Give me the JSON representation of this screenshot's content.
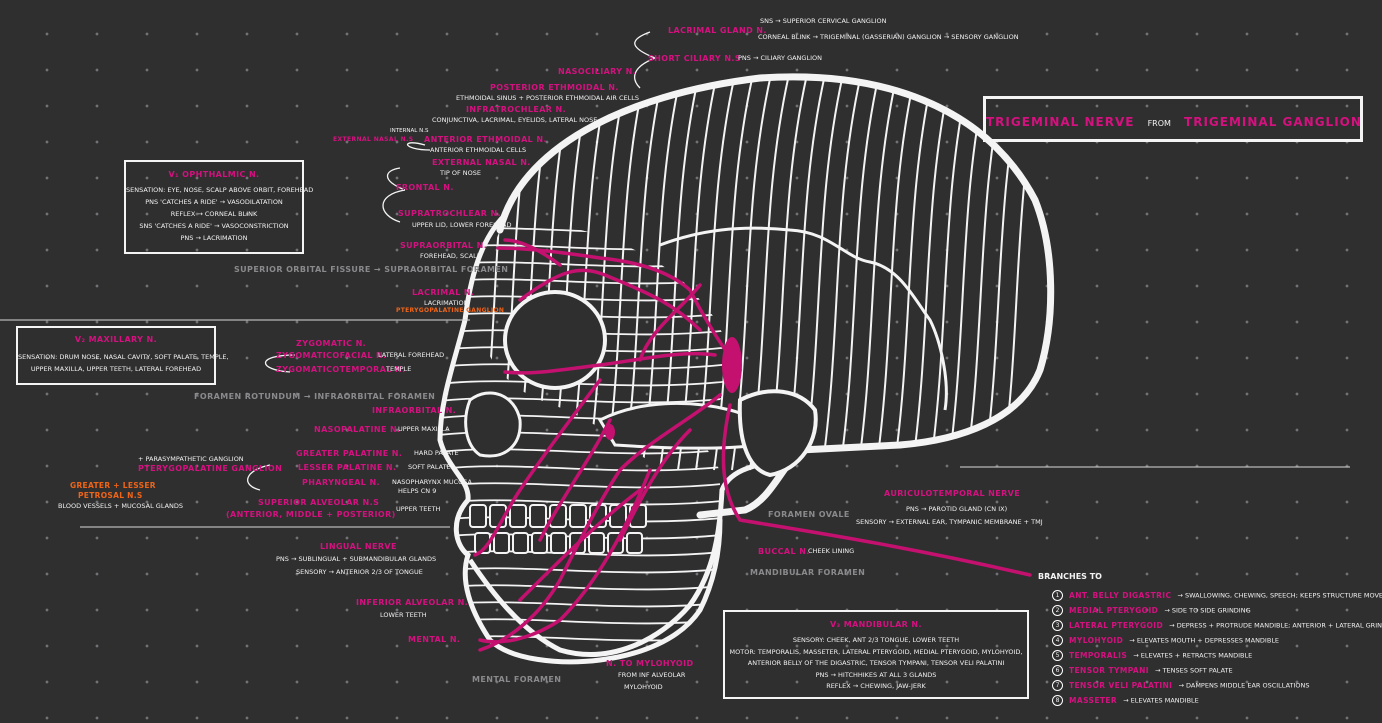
{
  "title": {
    "main": "TRIGEMINAL NERVE",
    "from": "FROM",
    "ganglion": "TRIGEMINAL GANGLION"
  },
  "v1_box": {
    "title": "V₁ OPHTHALMIC N.",
    "lines": [
      "SENSATION: EYE, NOSE, SCALP ABOVE ORBIT, FOREHEAD",
      "PNS 'CATCHES A RIDE' → VASODILATATION",
      "REFLEX → CORNEAL BLINK",
      "SNS 'CATCHES A RIDE' → VASOCONSTRICTION",
      "PNS → LACRIMATION"
    ]
  },
  "v2_box": {
    "title": "V₂ MAXILLARY N.",
    "lines": [
      "SENSATION: DRUM NOSE, NASAL CAVITY, SOFT PALATE, TEMPLE,",
      "UPPER MAXILLA, UPPER TEETH, LATERAL FOREHEAD"
    ]
  },
  "v3_box": {
    "title": "V₃ MANDIBULAR N.",
    "lines": [
      "SENSORY: CHEEK, ANT 2/3 TONGUE, LOWER TEETH",
      "MOTOR: TEMPORALIS, MASSETER, LATERAL PTERYGOID, MEDIAL PTERYGOID, MYLOHYOID,",
      "ANTERIOR BELLY OF THE DIGASTRIC, TENSOR TYMPANI, TENSOR VELI PALATINI",
      "PNS → HITCHHIKES AT ALL 3 GLANDS",
      "REFLEX → CHEWING, JAW-JERK"
    ]
  },
  "v1_branches": {
    "lacrimal_top": "LACRIMAL GLAND N.",
    "sns_top": "SNS → SUPERIOR CERVICAL GANGLION",
    "corneal": "CORNEAL BLINK → TRIGEMINAL (GASSERIAN) GANGLION → SENSORY GANGLION",
    "short_ciliary": "SHORT CILIARY N.S",
    "pns_ciliary": "PNS → CILIARY GANGLION",
    "nasociliary": "NASOCILIARY N.",
    "posterior_ethmoidal": "POSTERIOR ETHMOIDAL N.",
    "posterior_ethmoidal_desc": "ETHMOIDAL SINUS + POSTERIOR ETHMOIDAL AIR CELLS",
    "infratrochlear": "INFRATROCHLEAR N.",
    "infratrochlear_desc": "CONJUNCTIVA, LACRIMAL, EYELIDS, LATERAL NOSE",
    "anterior_ethmoidal_small": "INTERNAL N.S",
    "anterior_ethmoidal": "ANTERIOR ETHMOIDAL N.",
    "anterior_ethmoidal_desc": "ANTERIOR ETHMOIDAL CELLS",
    "external_nasal_left": "EXTERNAL NASAL N.S",
    "external_nasal": "EXTERNAL NASAL N.",
    "external_nasal_desc": "TIP OF NOSE",
    "frontal": "FRONTAL N.",
    "supratrochlear": "SUPRATROCHLEAR N.",
    "supratrochlear_desc": "UPPER LID, LOWER FOREHEAD",
    "supraorbital": "SUPRAORBITAL N.",
    "supraorbital_desc": "FOREHEAD, SCALP",
    "sof": "SUPERIOR ORBITAL FISSURE → SUPRAORBITAL FORAMEN",
    "lacrimal": "LACRIMAL N.",
    "lacrimal_desc": "LACRIMATION",
    "pterygopalatine_orange": "PTERYGOPALATINE GANGLION"
  },
  "v2_branches": {
    "zygomatic": "ZYGOMATIC N.",
    "zygomaticofacial": "ZYGOMATICOFACIAL N.",
    "zygomaticofacial_desc": "LATERAL FOREHEAD",
    "zygomaticotemporal": "ZYGOMATICOTEMPORAL N.",
    "zygomaticotemporal_desc": "TEMPLE",
    "foramen_rotundum": "FORAMEN ROTUNDUM → INFRAORBITAL FORAMEN",
    "infraorbital": "INFRAORBITAL N.",
    "nasopalatine": "NASOPALATINE N.",
    "nasopalatine_desc": "UPPER MAXILLA",
    "parasympathetic_note": "+ PARASYMPATHETIC GANGLION",
    "pterygopalatine": "PTERYGOPALATINE GANGLION",
    "greater_palatine": "GREATER PALATINE N.",
    "greater_palatine_desc": "HARD PALATE",
    "lesser_palatine": "LESSER PALATINE N.",
    "lesser_palatine_desc": "SOFT PALATE",
    "pharyngeal": "PHARYNGEAL N.",
    "pharyngeal_desc": "NASOPHARYNX MUCOSA,",
    "pharyngeal_desc2": "HELPS CN 9",
    "superior_alveolar": "SUPERIOR ALVEOLAR N.S",
    "superior_alveolar_2": "(ANTERIOR, MIDDLE + POSTERIOR)",
    "superior_alveolar_desc": "UPPER TEETH",
    "greater_petrosal": "GREATER + LESSER",
    "greater_petrosal_2": "PETROSAL N.S",
    "petrosal_desc": "BLOOD VESSELS + MUCOSAL GLANDS"
  },
  "v3_branches": {
    "auriculotemporal": "AURICULOTEMPORAL NERVE",
    "auriculotemporal_pns": "PNS → PAROTID GLAND (CN IX)",
    "auriculotemporal_sens": "SENSORY → EXTERNAL EAR, TYMPANIC MEMBRANE + TMJ",
    "foramen_ovale": "FORAMEN OVALE",
    "buccal": "BUCCAL N.",
    "buccal_desc": "CHEEK LINING",
    "mandibular_foramen": "MANDIBULAR FORAMEN",
    "lingual": "LINGUAL NERVE",
    "lingual_pns": "PNS → SUBLINGUAL + SUBMANDIBULAR GLANDS",
    "lingual_sens": "SENSORY → ANTERIOR 2/3 OF TONGUE",
    "inferior_alveolar": "INFERIOR ALVEOLAR N.",
    "inferior_alveolar_desc": "LOWER TEETH",
    "mental": "MENTAL N.",
    "mental_foramen": "MENTAL FORAMEN",
    "mylohyoid": "N. TO MYLOHYOID",
    "mylohyoid_desc": "FROM INF ALVEOLAR",
    "mylohyoid_desc2": "MYLOHYOID"
  },
  "branches_to": {
    "heading": "BRANCHES TO",
    "items": [
      {
        "num": "1",
        "name": "ANT. BELLY DIGASTRIC",
        "desc": "SWALLOWING, CHEWING, SPEECH; KEEPS STRUCTURE MOVED"
      },
      {
        "num": "2",
        "name": "MEDIAL PTERYGOID",
        "desc": "SIDE TO SIDE GRINDING"
      },
      {
        "num": "3",
        "name": "LATERAL PTERYGOID",
        "desc": "DEPRESS + PROTRUDE MANDIBLE; ANTERIOR + LATERAL GRINDING"
      },
      {
        "num": "4",
        "name": "MYLOHYOID",
        "desc": "ELEVATES MOUTH + DEPRESSES MANDIBLE"
      },
      {
        "num": "5",
        "name": "TEMPORALIS",
        "desc": "ELEVATES + RETRACTS MANDIBLE"
      },
      {
        "num": "6",
        "name": "TENSOR TYMPANI",
        "desc": "TENSES SOFT PALATE"
      },
      {
        "num": "7",
        "name": "TENSOR VELI PALATINI",
        "desc": "DAMPENS MIDDLE EAR OSCILLATIONS"
      },
      {
        "num": "8",
        "name": "MASSETER",
        "desc": "ELEVATES MANDIBLE"
      }
    ]
  },
  "colors": {
    "background": "#2f2f30",
    "accent": "#d4117f",
    "orange": "#f06418",
    "gray": "#8a8a8c",
    "line": "#f4f4f4"
  }
}
